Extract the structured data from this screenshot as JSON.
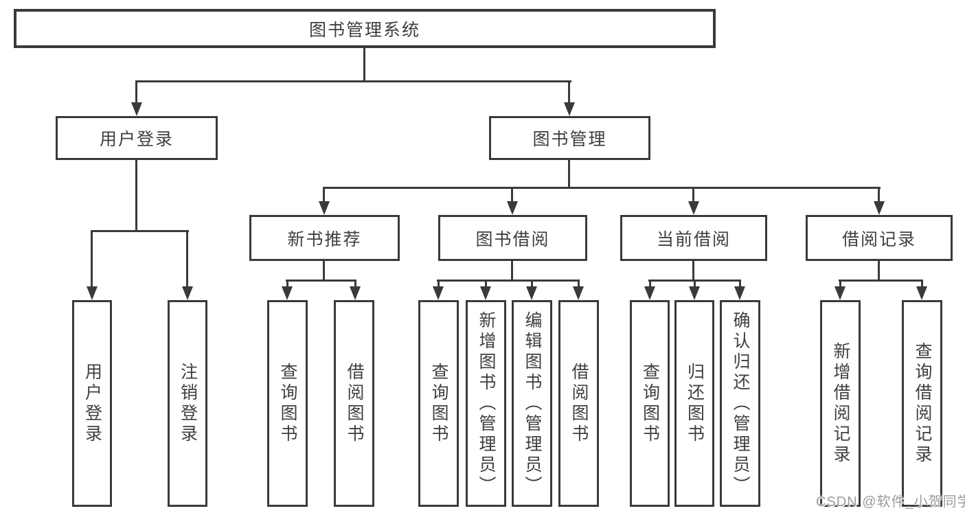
{
  "diagram": {
    "root": {
      "label": "图书管理系统",
      "children": [
        {
          "label": "用户登录",
          "children": [
            {
              "label": "用户登录"
            },
            {
              "label": "注销登录"
            }
          ]
        },
        {
          "label": "图书管理",
          "children": [
            {
              "label": "新书推荐",
              "children": [
                {
                  "label": "查询图书"
                },
                {
                  "label": "借阅图书"
                }
              ]
            },
            {
              "label": "图书借阅",
              "children": [
                {
                  "label": "查询图书"
                },
                {
                  "label": "新增图书（管理员）"
                },
                {
                  "label": "编辑图书（管理员）"
                },
                {
                  "label": "借阅图书"
                }
              ]
            },
            {
              "label": "当前借阅",
              "children": [
                {
                  "label": "查询图书"
                },
                {
                  "label": "归还图书"
                },
                {
                  "label": "确认归还（管理员）"
                }
              ]
            },
            {
              "label": "借阅记录",
              "children": [
                {
                  "label": "新增借阅记录"
                },
                {
                  "label": "查询借阅记录"
                }
              ]
            }
          ]
        }
      ]
    }
  },
  "watermark": {
    "text": "CSDN @软件_小贺同学"
  },
  "colors": {
    "line": "#3a3a3a",
    "text": "#3f3f3f",
    "watermark": "#9b9b9b",
    "background": "#ffffff"
  }
}
